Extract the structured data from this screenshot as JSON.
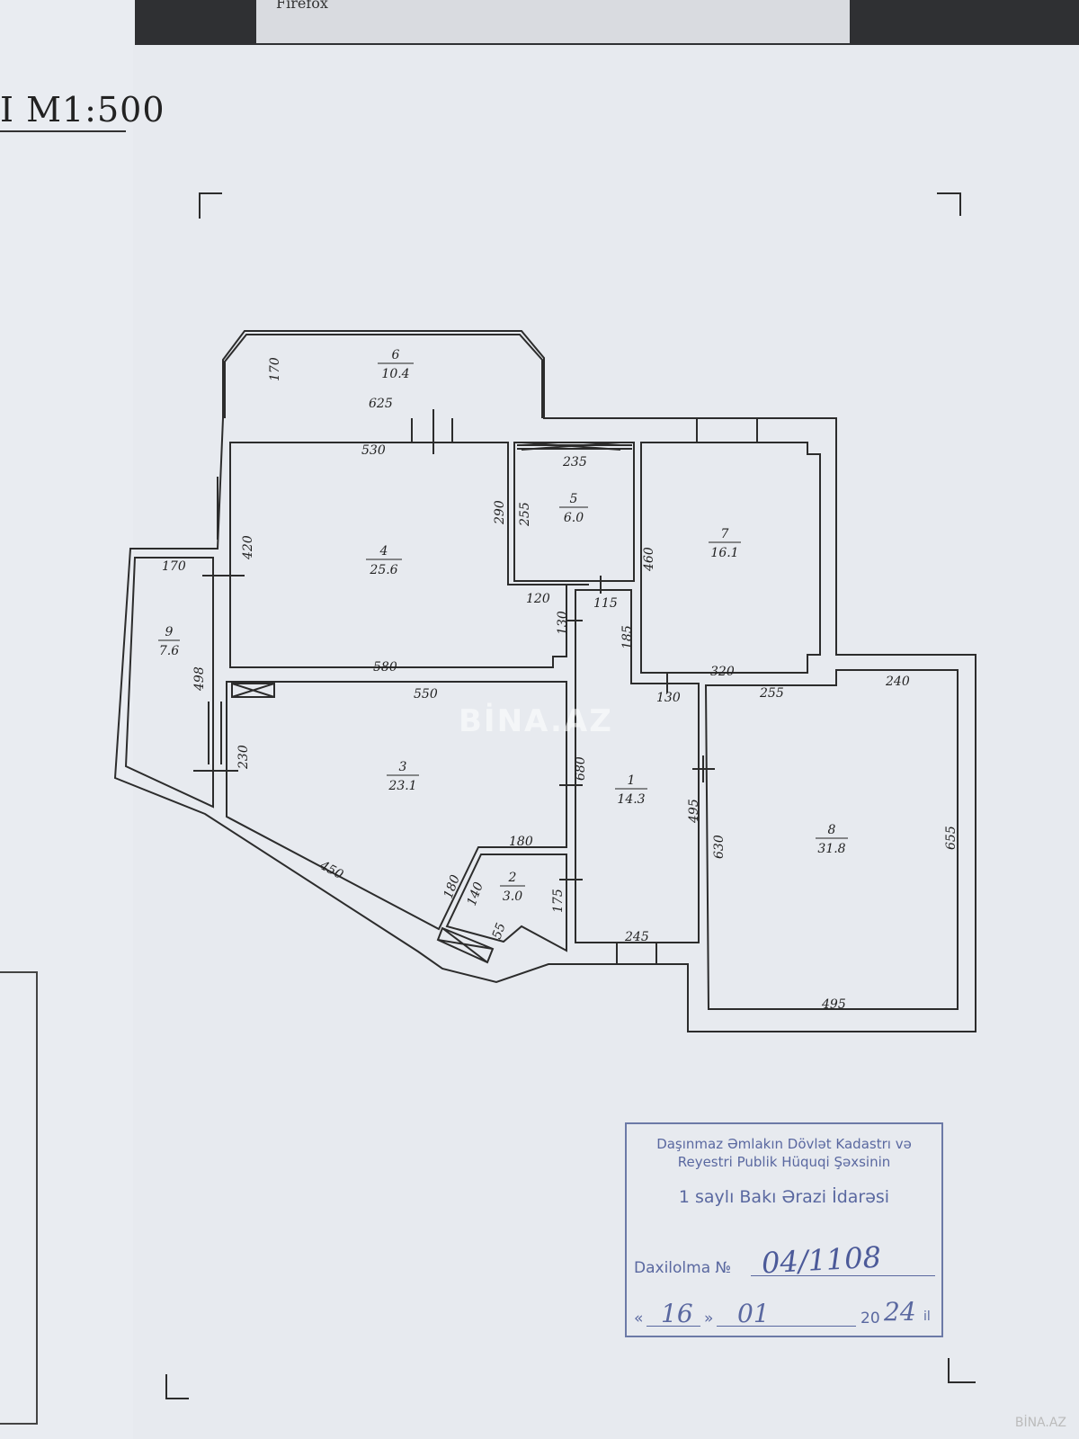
{
  "browser": {
    "tab_label": "Firefox"
  },
  "sheet": {
    "scale_label": "I M1:500"
  },
  "watermark": {
    "center": "BİNA.AZ",
    "corner": "BİNA.AZ"
  },
  "colors": {
    "line": "#2c2c2c",
    "paper": "#e7eaef",
    "stamp_ink": "#5a68a0",
    "background": "#2a2a2c"
  },
  "rooms": [
    {
      "number": "1",
      "area": "14.3"
    },
    {
      "number": "2",
      "area": "3.0"
    },
    {
      "number": "3",
      "area": "23.1"
    },
    {
      "number": "4",
      "area": "25.6"
    },
    {
      "number": "5",
      "area": "6.0"
    },
    {
      "number": "6",
      "area": "10.4"
    },
    {
      "number": "7",
      "area": "16.1"
    },
    {
      "number": "8",
      "area": "31.8"
    },
    {
      "number": "9",
      "area": "7.6"
    }
  ],
  "dimensions": [
    "170",
    "625",
    "530",
    "290",
    "255",
    "235",
    "420",
    "170",
    "460",
    "120",
    "115",
    "130",
    "185",
    "580",
    "550",
    "498",
    "320",
    "255",
    "240",
    "130",
    "230",
    "680",
    "495",
    "630",
    "655",
    "180",
    "450",
    "180",
    "140",
    "175",
    "55",
    "245",
    "495"
  ],
  "stamp": {
    "line1": "Daşınmaz Əmlakın Dövlət Kadastrı və",
    "line2": "Reyestri Publik Hüquqi Şəxsinin",
    "line3": "1 saylı Bakı Ərazi İdarəsi",
    "registration_label": "Daxilolma №",
    "registration_number": "04/1108",
    "quote_open": "«",
    "day": "16",
    "quote_close": "»",
    "month": "01",
    "year_prefix": "20",
    "year_suffix": "24",
    "year_word": "il"
  }
}
